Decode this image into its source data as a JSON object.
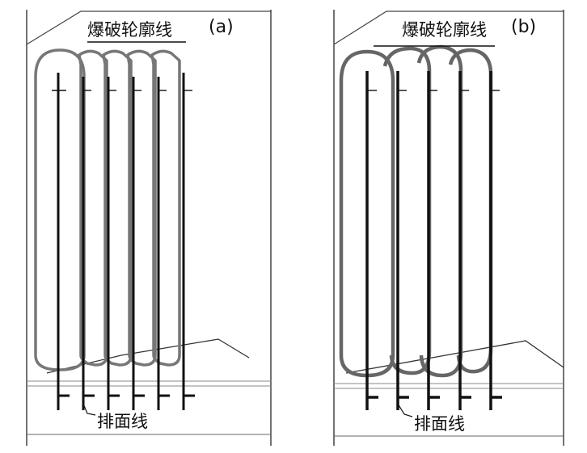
{
  "panels": [
    {
      "tag": "(a)",
      "contour_label": "爆破轮廓线",
      "row_label": "排面线"
    },
    {
      "tag": "(b)",
      "contour_label": "爆破轮廓线",
      "row_label": "排面线"
    }
  ],
  "colors": {
    "ink": "#111111",
    "contour_a": "#777777",
    "contour_b": "#666666",
    "frame": "#555555"
  }
}
